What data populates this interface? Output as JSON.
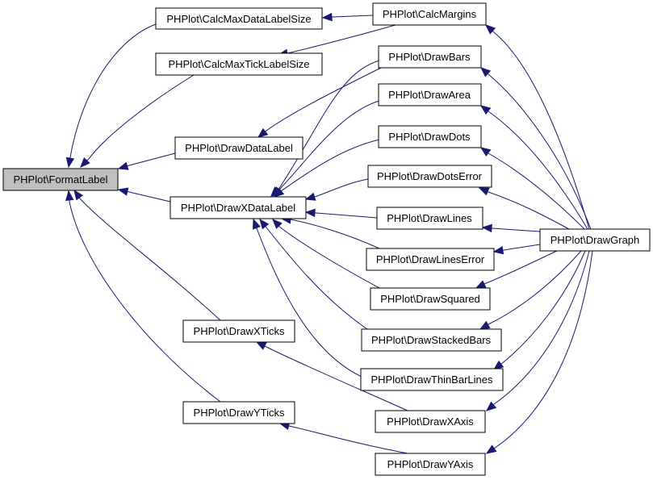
{
  "graph_title": "",
  "colors": {
    "edge": "#191970",
    "focus_fill": "#bfbfbf",
    "node_fill": "#ffffff",
    "node_stroke": "#000000"
  },
  "nodes": {
    "format_label": "PHPlot\\FormatLabel",
    "calc_max_data_label_size": "PHPlot\\CalcMaxDataLabelSize",
    "calc_margins": "PHPlot\\CalcMargins",
    "calc_max_tick_label_size": "PHPlot\\CalcMaxTickLabelSize",
    "draw_bars": "PHPlot\\DrawBars",
    "draw_area": "PHPlot\\DrawArea",
    "draw_data_label": "PHPlot\\DrawDataLabel",
    "draw_dots": "PHPlot\\DrawDots",
    "draw_dots_error": "PHPlot\\DrawDotsError",
    "draw_x_data_label": "PHPlot\\DrawXDataLabel",
    "draw_lines": "PHPlot\\DrawLines",
    "draw_graph": "PHPlot\\DrawGraph",
    "draw_lines_error": "PHPlot\\DrawLinesError",
    "draw_squared": "PHPlot\\DrawSquared",
    "draw_x_ticks": "PHPlot\\DrawXTicks",
    "draw_stacked_bars": "PHPlot\\DrawStackedBars",
    "draw_thin_bar_lines": "PHPlot\\DrawThinBarLines",
    "draw_y_ticks": "PHPlot\\DrawYTicks",
    "draw_x_axis": "PHPlot\\DrawXAxis",
    "draw_y_axis": "PHPlot\\DrawYAxis"
  },
  "edges": [
    {
      "from": "calc_max_data_label_size",
      "to": "format_label"
    },
    {
      "from": "calc_max_tick_label_size",
      "to": "format_label"
    },
    {
      "from": "draw_data_label",
      "to": "format_label"
    },
    {
      "from": "draw_x_data_label",
      "to": "format_label"
    },
    {
      "from": "draw_x_ticks",
      "to": "format_label"
    },
    {
      "from": "draw_y_ticks",
      "to": "format_label"
    },
    {
      "from": "calc_margins",
      "to": "calc_max_data_label_size"
    },
    {
      "from": "calc_margins",
      "to": "calc_max_tick_label_size"
    },
    {
      "from": "draw_bars",
      "to": "draw_data_label"
    },
    {
      "from": "draw_bars",
      "to": "draw_x_data_label"
    },
    {
      "from": "draw_area",
      "to": "draw_x_data_label"
    },
    {
      "from": "draw_dots",
      "to": "draw_x_data_label"
    },
    {
      "from": "draw_dots_error",
      "to": "draw_x_data_label"
    },
    {
      "from": "draw_lines",
      "to": "draw_x_data_label"
    },
    {
      "from": "draw_lines_error",
      "to": "draw_x_data_label"
    },
    {
      "from": "draw_squared",
      "to": "draw_x_data_label"
    },
    {
      "from": "draw_stacked_bars",
      "to": "draw_x_data_label"
    },
    {
      "from": "draw_thin_bar_lines",
      "to": "draw_x_data_label"
    },
    {
      "from": "draw_x_axis",
      "to": "draw_x_ticks"
    },
    {
      "from": "draw_y_axis",
      "to": "draw_y_ticks"
    },
    {
      "from": "draw_graph",
      "to": "calc_margins"
    },
    {
      "from": "draw_graph",
      "to": "draw_bars"
    },
    {
      "from": "draw_graph",
      "to": "draw_area"
    },
    {
      "from": "draw_graph",
      "to": "draw_dots"
    },
    {
      "from": "draw_graph",
      "to": "draw_dots_error"
    },
    {
      "from": "draw_graph",
      "to": "draw_lines"
    },
    {
      "from": "draw_graph",
      "to": "draw_lines_error"
    },
    {
      "from": "draw_graph",
      "to": "draw_squared"
    },
    {
      "from": "draw_graph",
      "to": "draw_stacked_bars"
    },
    {
      "from": "draw_graph",
      "to": "draw_thin_bar_lines"
    },
    {
      "from": "draw_graph",
      "to": "draw_x_axis"
    },
    {
      "from": "draw_graph",
      "to": "draw_y_axis"
    }
  ]
}
